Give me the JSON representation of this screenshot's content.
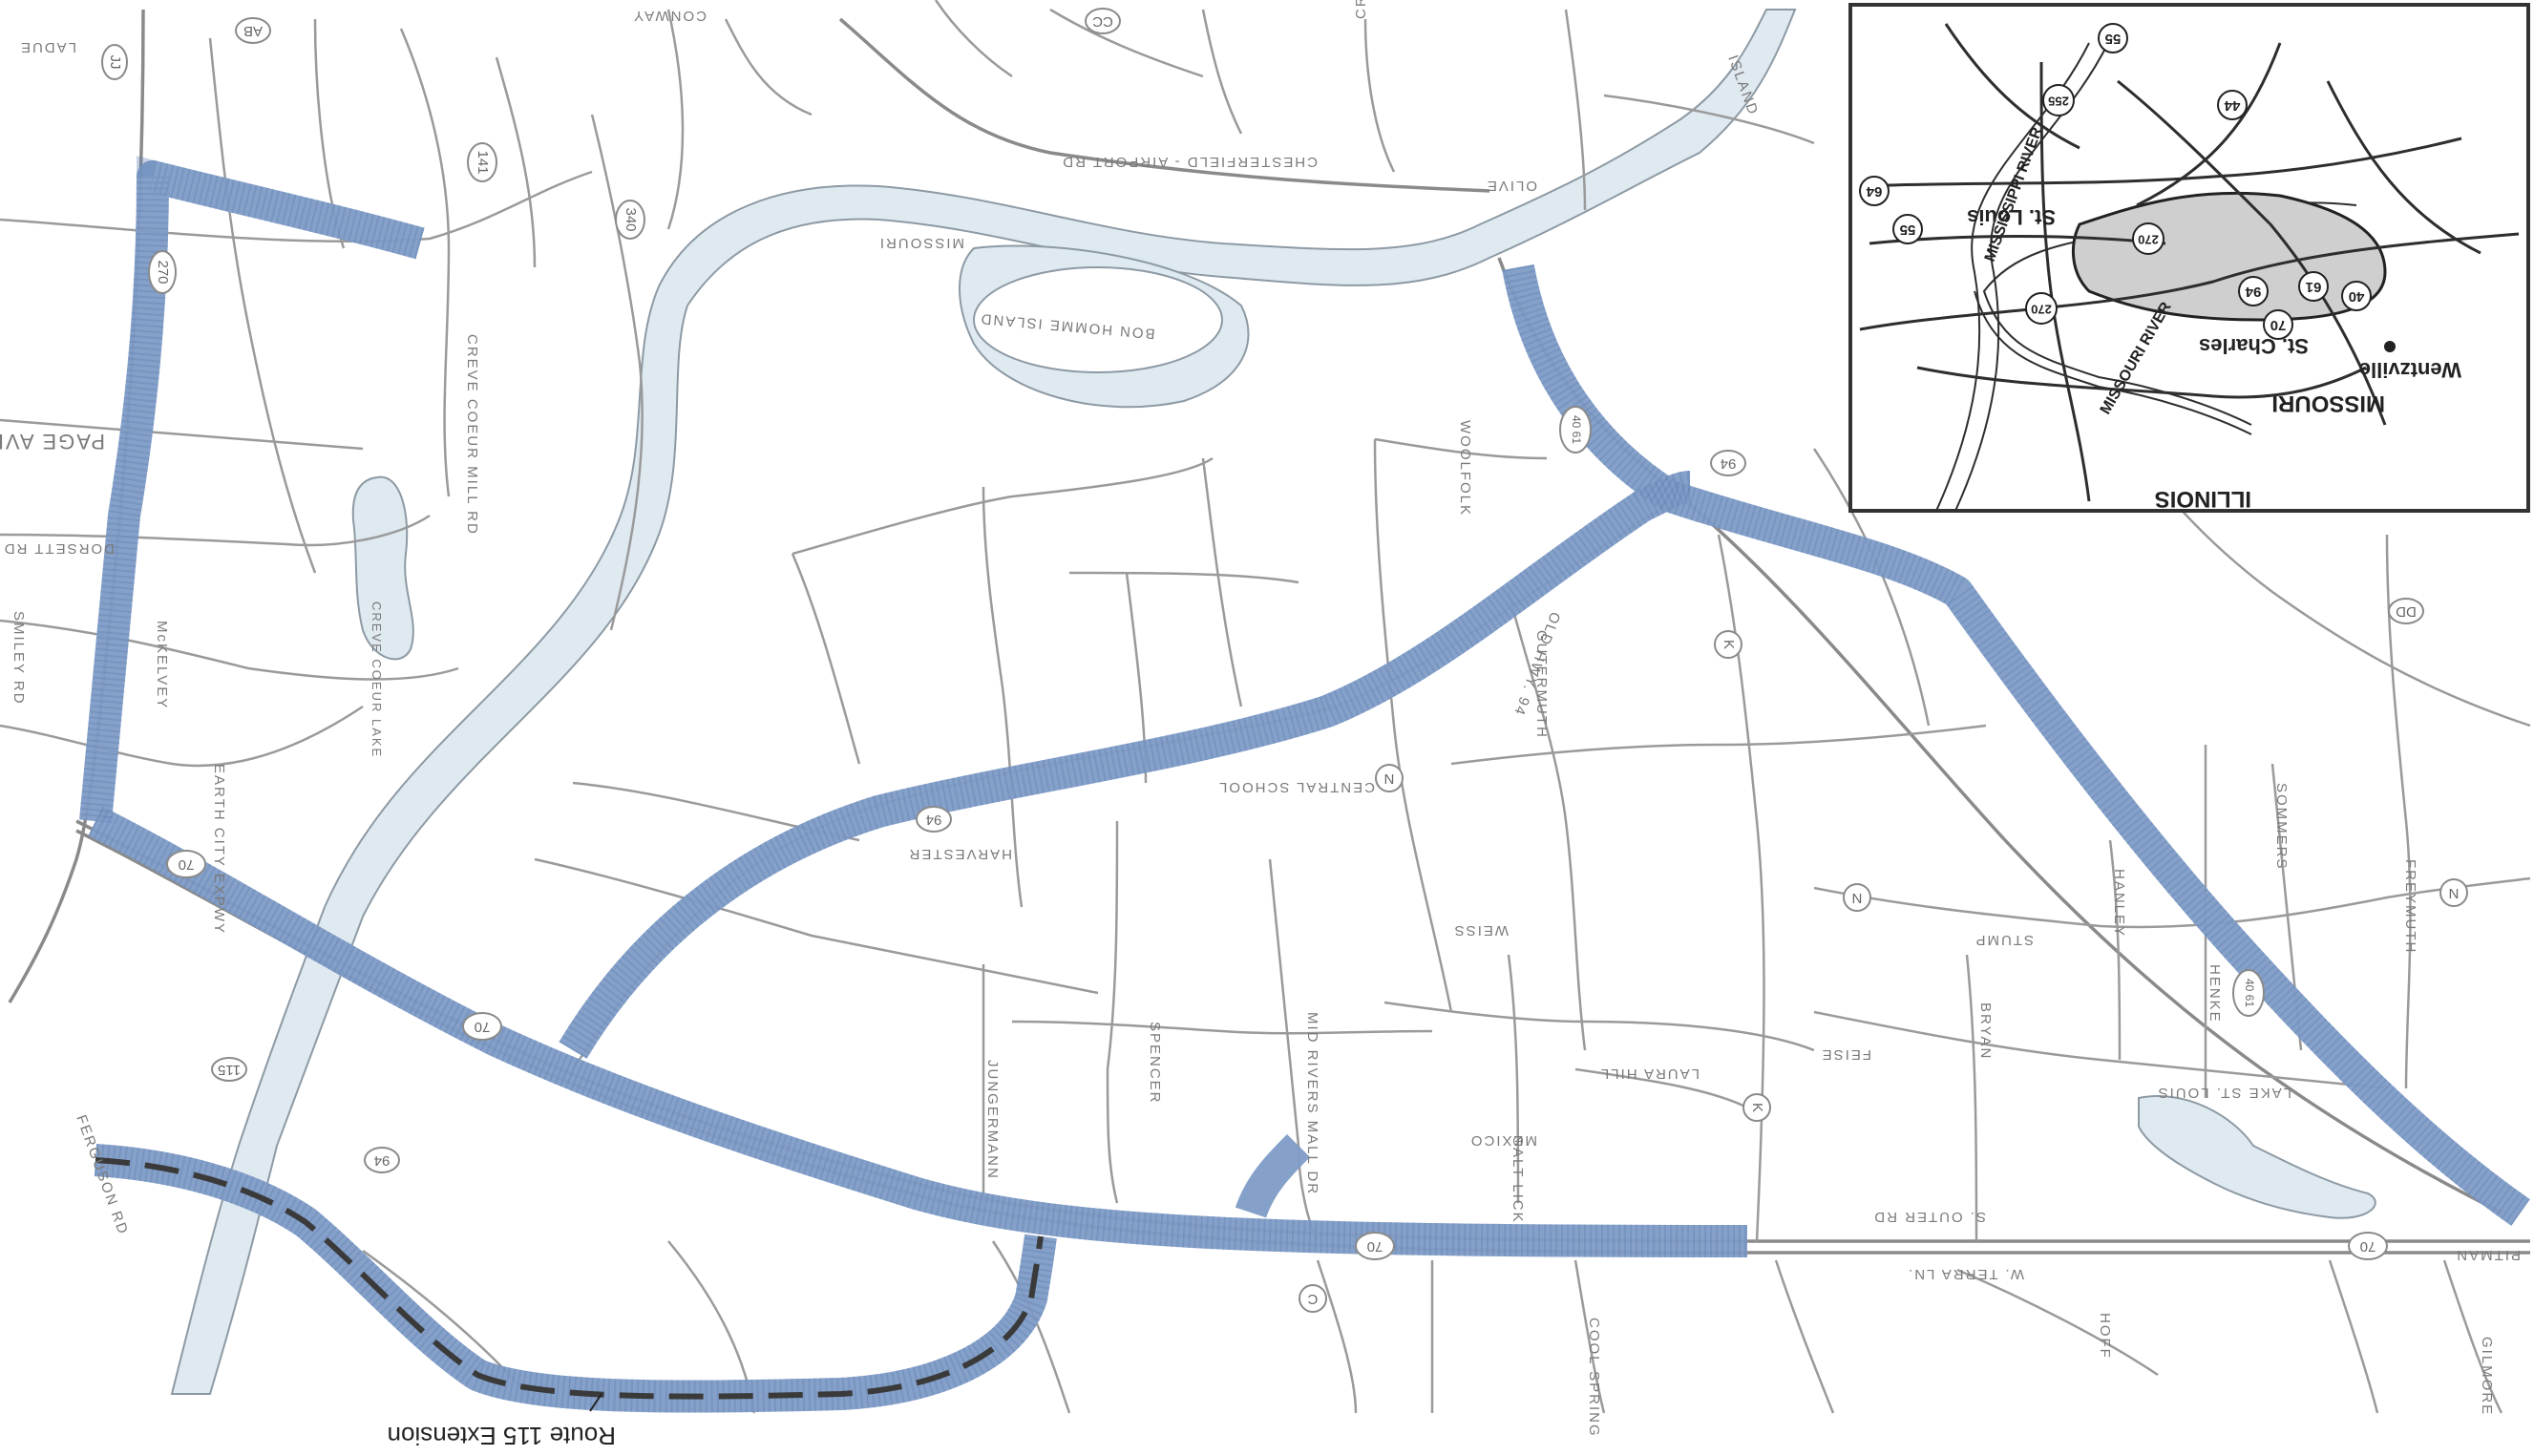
{
  "map": {
    "orientation": "upside-down",
    "route_label": "Route 115 Extension",
    "river_label": "MISSOURI",
    "island_label": "BON HOMME ISLAND",
    "lake_label": "CREVE COEUR LAKE",
    "lake_st_louis_label": "LAKE ST. LOUIS",
    "corridor_color": "#7f9cc6",
    "road_labels": [
      {
        "id": "chesterfield",
        "text": "CHESTERFIELD - AIRPORT RD"
      },
      {
        "id": "olive",
        "text": "OLIVE"
      },
      {
        "id": "conway",
        "text": "CONWAY"
      },
      {
        "id": "creek",
        "text": "CREEK"
      },
      {
        "id": "ladue",
        "text": "LADUE"
      },
      {
        "id": "page",
        "text": "PAGE AVE."
      },
      {
        "id": "dorsett",
        "text": "DORSETT RD"
      },
      {
        "id": "smiley",
        "text": "SMILEY RD"
      },
      {
        "id": "mckelvey",
        "text": "McKELVEY"
      },
      {
        "id": "creve-coeur-mill",
        "text": "CREVE COEUR MILL RD"
      },
      {
        "id": "earth-city",
        "text": "EARTH CITY EXPWY"
      },
      {
        "id": "central-school",
        "text": "CENTRAL SCHOOL"
      },
      {
        "id": "mexico",
        "text": "MEXICO"
      },
      {
        "id": "woolfolk",
        "text": "WOOLFOLK"
      },
      {
        "id": "freymuth",
        "text": "FREYMUTH"
      },
      {
        "id": "pitman",
        "text": "PITMAN"
      },
      {
        "id": "jungermann",
        "text": "JUNGERMANN"
      },
      {
        "id": "spencer",
        "text": "SPENCER"
      },
      {
        "id": "salt-lick",
        "text": "SALT LICK"
      },
      {
        "id": "harvester",
        "text": "HARVESTER"
      },
      {
        "id": "mid-rivers",
        "text": "MID RIVERS MALL DR"
      },
      {
        "id": "s-outer",
        "text": "S. OUTER RD"
      },
      {
        "id": "weiss",
        "text": "WEISS"
      },
      {
        "id": "stump",
        "text": "STUMP"
      },
      {
        "id": "bryan",
        "text": "BRYAN"
      },
      {
        "id": "laura-hill",
        "text": "LAURA HILL"
      },
      {
        "id": "feise",
        "text": "FEISE"
      },
      {
        "id": "cool-spring",
        "text": "COOL SPRING"
      },
      {
        "id": "terra",
        "text": "W. TERRA LN."
      },
      {
        "id": "hoff",
        "text": "HOFF"
      },
      {
        "id": "gilmore",
        "text": "GILMORE"
      },
      {
        "id": "henke",
        "text": "HENKE"
      },
      {
        "id": "hanley",
        "text": "HANLEY"
      },
      {
        "id": "sommers",
        "text": "SOMMERS"
      },
      {
        "id": "guthrie",
        "text": "GUTERMUTH"
      },
      {
        "id": "old-hwy-94",
        "text": "OLD HWY. 94"
      },
      {
        "id": "ferguson",
        "text": "FERGUSON RD"
      },
      {
        "id": "island",
        "text": "ISLAND"
      }
    ],
    "shields": [
      {
        "id": "i70-a",
        "text": "70"
      },
      {
        "id": "i70-b",
        "text": "70"
      },
      {
        "id": "i70-c",
        "text": "70"
      },
      {
        "id": "i70-d",
        "text": "70"
      },
      {
        "id": "i270",
        "text": "270"
      },
      {
        "id": "us40-61",
        "text": "40 61"
      },
      {
        "id": "us40-61-b",
        "text": "40 61"
      },
      {
        "id": "rt94-a",
        "text": "94"
      },
      {
        "id": "rt94-b",
        "text": "94"
      },
      {
        "id": "rt94-c",
        "text": "94"
      },
      {
        "id": "rt141",
        "text": "141"
      },
      {
        "id": "rt340",
        "text": "340"
      },
      {
        "id": "rt115",
        "text": "115"
      },
      {
        "id": "rtN-a",
        "text": "N"
      },
      {
        "id": "rtN-b",
        "text": "N"
      },
      {
        "id": "rtN-c",
        "text": "N"
      },
      {
        "id": "rtK-a",
        "text": "K"
      },
      {
        "id": "rtK-b",
        "text": "K"
      },
      {
        "id": "rtC",
        "text": "C"
      },
      {
        "id": "rtCC",
        "text": "CC"
      },
      {
        "id": "rtAB",
        "text": "AB"
      },
      {
        "id": "rtJJ",
        "text": "JJ"
      },
      {
        "id": "rtDD",
        "text": "DD"
      }
    ]
  },
  "inset": {
    "labels": {
      "wentzville": "Wentzville",
      "st_charles": "St. Charles",
      "st_louis": "St. Louis",
      "missouri": "MISSOURI",
      "illinois": "ILLINOIS",
      "mississippi_river": "MISSISSIPPI RIVER",
      "missouri_river": "MISSOURI RIVER"
    },
    "shields": [
      {
        "id": "i55-a",
        "text": "55"
      },
      {
        "id": "i55-b",
        "text": "55"
      },
      {
        "id": "i255",
        "text": "255"
      },
      {
        "id": "i44",
        "text": "44"
      },
      {
        "id": "i64",
        "text": "64"
      },
      {
        "id": "i270-a",
        "text": "270"
      },
      {
        "id": "i270-b",
        "text": "270"
      },
      {
        "id": "rt94",
        "text": "94"
      },
      {
        "id": "us61",
        "text": "61"
      },
      {
        "id": "us40",
        "text": "40"
      },
      {
        "id": "i70",
        "text": "70"
      }
    ]
  }
}
